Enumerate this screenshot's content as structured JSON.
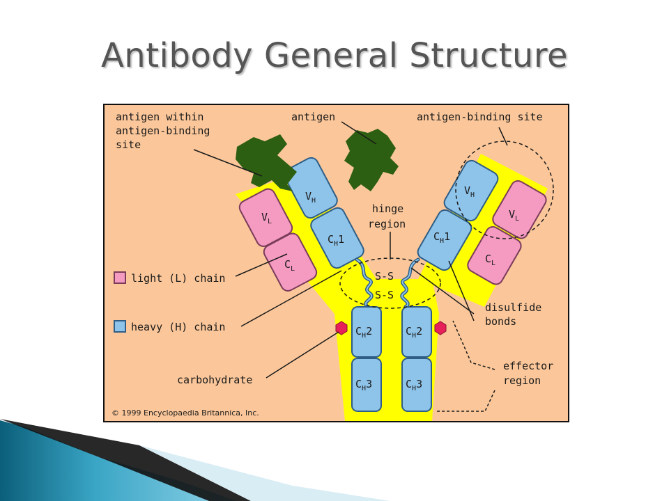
{
  "title": "Antibody General Structure",
  "labels": {
    "antigen_within": [
      "antigen within",
      "antigen-binding",
      "site"
    ],
    "antigen": "antigen",
    "antigen_binding_site": "antigen-binding site",
    "hinge": [
      "hinge",
      "region"
    ],
    "light_chain": "light (L) chain",
    "heavy_chain": "heavy (H) chain",
    "disulfide": [
      "disulfide",
      "bonds"
    ],
    "carbohydrate": "carbohydrate",
    "effector": [
      "effector",
      "region"
    ],
    "ss": "S-S",
    "copyright": "© 1999 Encyclopaedia Britannica, Inc."
  },
  "domains": {
    "v_main": "V",
    "c_main": "C",
    "h_sub": "H",
    "l_sub": "L",
    "one": "1",
    "two": "2",
    "three": "3"
  },
  "legend": [
    {
      "label_key": "light_chain",
      "color": "#f59ac1"
    },
    {
      "label_key": "heavy_chain",
      "color": "#8fc4ea"
    }
  ],
  "colors": {
    "background": "#fbc79a",
    "fab_region": "#ffff00",
    "light_chain": "#f59ac1",
    "heavy_chain": "#8fc4ea",
    "antigen": "#2d5f12",
    "carbohydrate": "#e8205a",
    "title": "#555555"
  }
}
